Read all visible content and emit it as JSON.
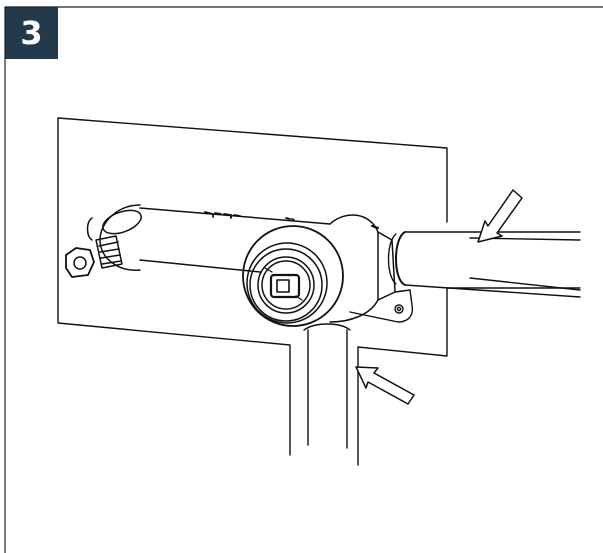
{
  "step": {
    "number": "3"
  },
  "colors": {
    "badge_background": "#233a4d",
    "badge_text": "#ffffff",
    "line_art": "#111111",
    "frame": "#222222"
  },
  "illustration": {
    "parts": [
      "mounting-panel",
      "horizontal-supply-pipe",
      "vertical-supply-pipe",
      "mixing-valve-body",
      "threaded-stub-outlet",
      "valve-spindle-cartridge",
      "mounting-bracket",
      "direction-arrow-upper",
      "direction-arrow-lower"
    ]
  }
}
